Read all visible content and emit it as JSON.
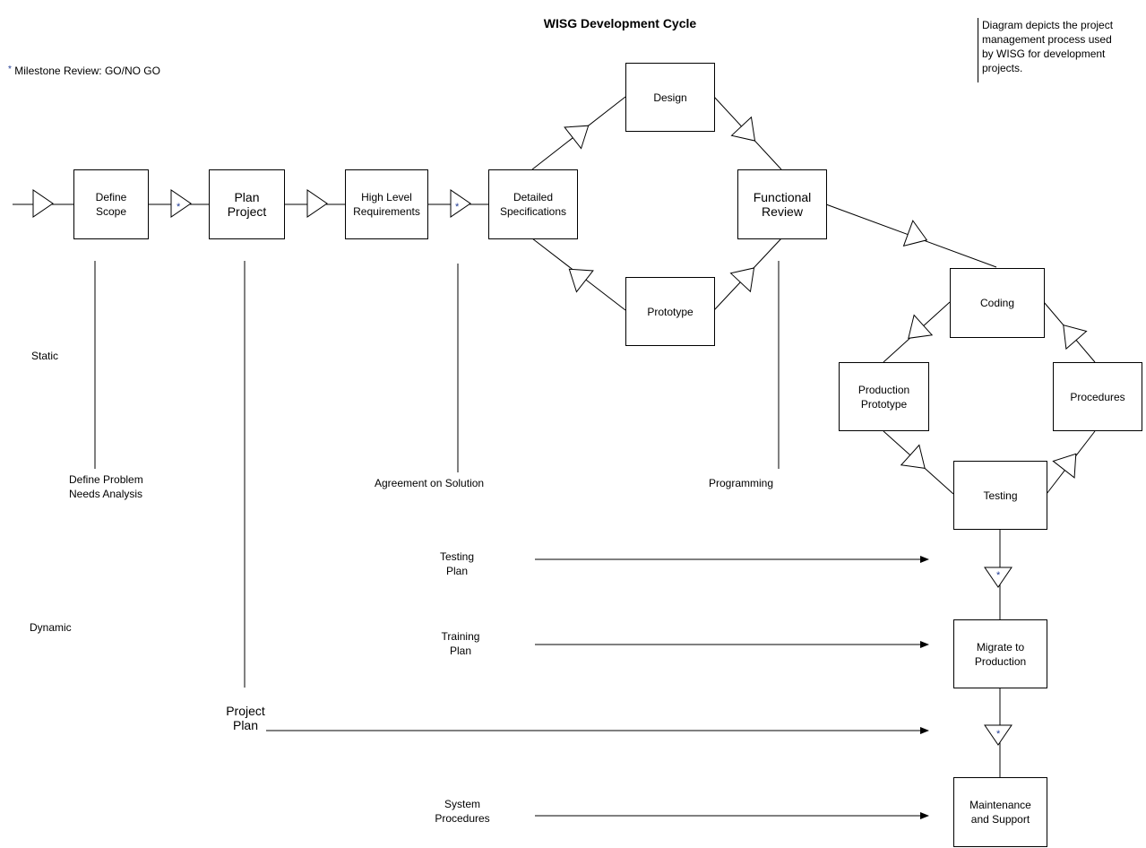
{
  "title": "WISG Development Cycle",
  "note": "Diagram depicts the project\nmanagement process used\nby WISG for development\nprojects.",
  "legend": {
    "marker": "*",
    "text": "Milestone Review: GO/NO GO"
  },
  "nodes": {
    "define_scope": "Define\nScope",
    "plan_project": "Plan\nProject",
    "high_level_requirements": "High Level\nRequirements",
    "detailed_specifications": "Detailed\nSpecifications",
    "design": "Design",
    "prototype": "Prototype",
    "functional_review": "Functional\nReview",
    "coding": "Coding",
    "production_prototype": "Production\nPrototype",
    "procedures": "Procedures",
    "testing": "Testing",
    "migrate_to_production": "Migrate to\nProduction",
    "maintenance_and_support": "Maintenance\nand Support"
  },
  "labels": {
    "static": "Static",
    "dynamic": "Dynamic",
    "define_problem": "Define Problem\nNeeds Analysis",
    "agreement": "Agreement on Solution",
    "programming": "Programming",
    "testing_plan": "Testing\nPlan",
    "training_plan": "Training\nPlan",
    "project_plan": "Project\nPlan",
    "system_procedures": "System\nProcedures"
  },
  "milestone_marker": "*"
}
